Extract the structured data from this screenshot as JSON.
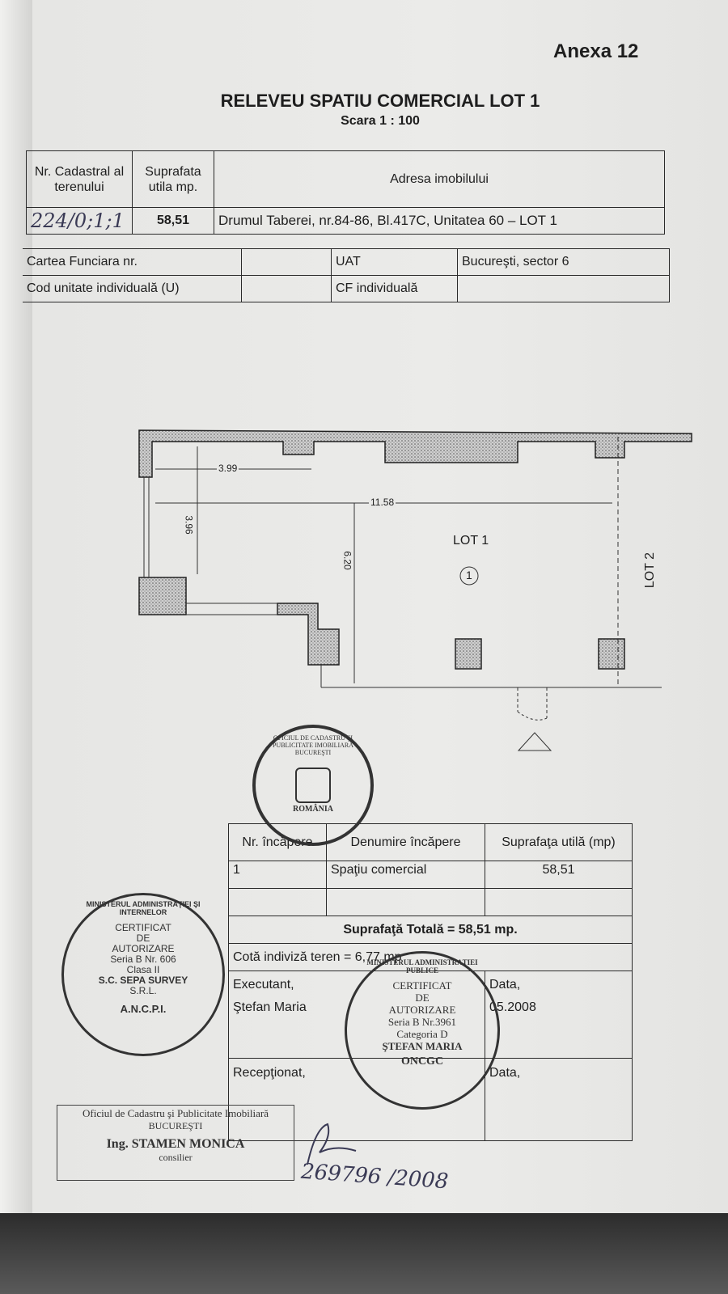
{
  "header": {
    "annex": "Anexa 12",
    "title": "RELEVEU SPATIU COMERCIAL LOT 1",
    "scale": "Scara 1 : 100"
  },
  "top_table": {
    "col1": "Nr. Cadastral al terenului",
    "col2": "Suprafata utila mp.",
    "col3": "Adresa imobilului",
    "nr_cadastral": "224/0;1;1",
    "suprafata": "58,51",
    "adresa": "Drumul Taberei, nr.84-86, Bl.417C, Unitatea 60 – LOT 1"
  },
  "info_table": {
    "carte_label": "Cartea Funciara nr.",
    "uat_label": "UAT",
    "uat_value": "Bucureşti, sector 6",
    "cod_label": "Cod unitate individuală (U)",
    "cf_label": "CF individuală"
  },
  "plan": {
    "dim1": "3.99",
    "dim2": "11.58",
    "dim3": "3.96",
    "dim4": "6.20",
    "lot1": "LOT 1",
    "room_no": "1",
    "lot2": "LOT 2"
  },
  "rooms_table": {
    "h1": "Nr. încăpere",
    "h2": "Denumire încăpere",
    "h3": "Suprafaţa utilă (mp)",
    "rows": [
      {
        "nr": "1",
        "name": "Spaţiu comercial",
        "area": "58,51"
      }
    ],
    "total": "Suprafaţă Totală = 58,51 mp.",
    "cota": "Cotă indiviză teren = 6,77 mp",
    "executant": "Executant,",
    "executant_name": "Ştefan Maria",
    "data1": "Data,",
    "date_value": "05.2008",
    "receptionat": "Recepţionat,",
    "data2": "Data,"
  },
  "stamps": {
    "left": {
      "ring": "MINISTERUL ADMINISTRAŢIEI ŞI INTERNELOR",
      "l1": "CERTIFICAT",
      "l2": "DE",
      "l3": "AUTORIZARE",
      "l4": "Seria B Nr. 606",
      "l5": "Clasa II",
      "l6": "S.C. SEPA SURVEY",
      "l7": "S.R.L.",
      "bottom": "A.N.C.P.I."
    },
    "right": {
      "ring": "MINISTERUL ADMINISTRAŢIEI PUBLICE",
      "l1": "CERTIFICAT",
      "l2": "DE",
      "l3": "AUTORIZARE",
      "l4": "Seria B Nr.3961",
      "l5": "Categoria D",
      "l6": "ŞTEFAN MARIA",
      "bottom": "ONCGC"
    },
    "top": {
      "ring": "OFICIUL DE CADASTRU ŞI PUBLICITATE IMOBILIARĂ BUCUREŞTI",
      "inner": "ROMÂNIA"
    }
  },
  "ocpi_box": {
    "l1": "Oficiul de Cadastru şi Publicitate Imobiliară",
    "l2": "BUCUREŞTI",
    "l3": "Ing. STAMEN MONICA",
    "l4": "consilier"
  },
  "handwritten": {
    "registration": "269796 /2008"
  }
}
